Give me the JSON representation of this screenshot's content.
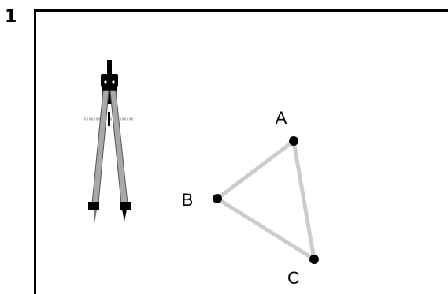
{
  "step": {
    "number": "1"
  },
  "diagram": {
    "points": [
      {
        "id": "A",
        "label": "A"
      },
      {
        "id": "B",
        "label": "B"
      },
      {
        "id": "C",
        "label": "C"
      }
    ],
    "segments": [
      {
        "from": "A",
        "to": "B"
      },
      {
        "from": "A",
        "to": "C"
      },
      {
        "from": "B",
        "to": "C"
      }
    ],
    "tool": {
      "icon": "compass-icon"
    },
    "colors": {
      "segment": "#cccccc",
      "point": "#000000",
      "frame": "#000000"
    }
  }
}
